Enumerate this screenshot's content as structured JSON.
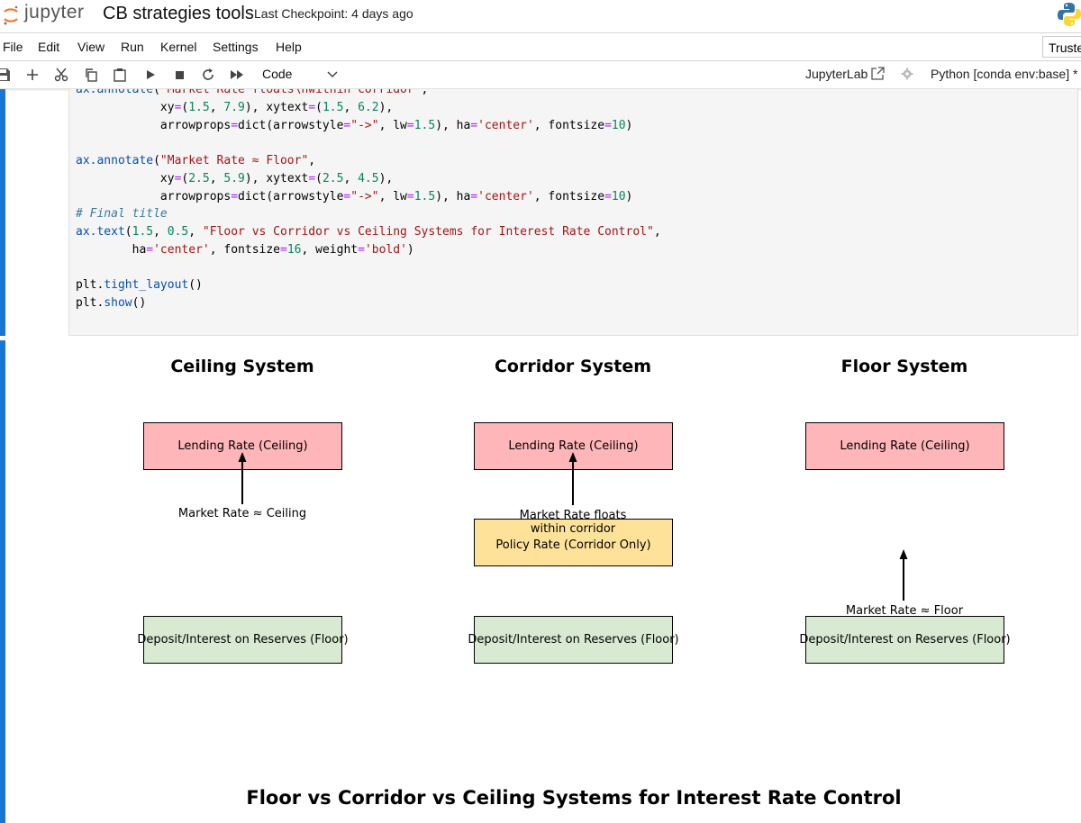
{
  "header": {
    "logo_text": "jupyter",
    "notebook_title": "CB strategies tools",
    "checkpoint": "Last Checkpoint: 4 days ago"
  },
  "menu": {
    "items": [
      "File",
      "Edit",
      "View",
      "Run",
      "Kernel",
      "Settings",
      "Help"
    ],
    "trusted_label": "Truste"
  },
  "toolbar": {
    "cell_type": "Code",
    "jupyterlab_label": "JupyterLab",
    "kernel_label": "Python [conda env:base] *",
    "icons": [
      "save-icon",
      "add-icon",
      "cut-icon",
      "copy-icon",
      "paste-icon",
      "run-icon",
      "stop-icon",
      "restart-icon",
      "fast-forward-icon"
    ]
  },
  "code": {
    "line1": "ax.annotate(\"Market Rate floats\\nwithin corridor\",",
    "line2": "            xy=(1.5, 7.9), xytext=(1.5, 6.2),",
    "line3": "            arrowprops=dict(arrowstyle=\"->\", lw=1.5), ha='center', fontsize=10)",
    "line4": "ax.annotate(\"Market Rate ≈ Floor\",",
    "line5": "            xy=(2.5, 5.9), xytext=(2.5, 4.5),",
    "line6": "            arrowprops=dict(arrowstyle=\"->\", lw=1.5), ha='center', fontsize=10)",
    "line7": "# Final title",
    "line8": "ax.text(1.5, 0.5, \"Floor vs Corridor vs Ceiling Systems for Interest Rate Control\",",
    "line9": "        ha='center', fontsize=16, weight='bold')",
    "line10": "plt.tight_layout()",
    "line11": "plt.show()"
  },
  "figure": {
    "panels": [
      {
        "title": "Ceiling System",
        "ceiling_box": "Lending Rate (Ceiling)",
        "floor_box": "Deposit/Interest on Reserves (Floor)",
        "annotation": "Market Rate ≈ Ceiling"
      },
      {
        "title": "Corridor System",
        "ceiling_box": "Lending Rate (Ceiling)",
        "policy_box": "Policy Rate (Corridor Only)",
        "floor_box": "Deposit/Interest on Reserves (Floor)",
        "annotation_line1": "Market Rate floats",
        "annotation_line2": "within corridor"
      },
      {
        "title": "Floor System",
        "ceiling_box": "Lending Rate (Ceiling)",
        "floor_box": "Deposit/Interest on Reserves (Floor)",
        "annotation": "Market Rate ≈ Floor"
      }
    ],
    "main_title": "Floor vs Corridor vs Ceiling Systems for Interest Rate Control",
    "colors": {
      "ceiling": "#ffb6b9",
      "floor": "#d9ead3",
      "policy": "#ffe299",
      "cell_accent": "#1976d2"
    }
  }
}
